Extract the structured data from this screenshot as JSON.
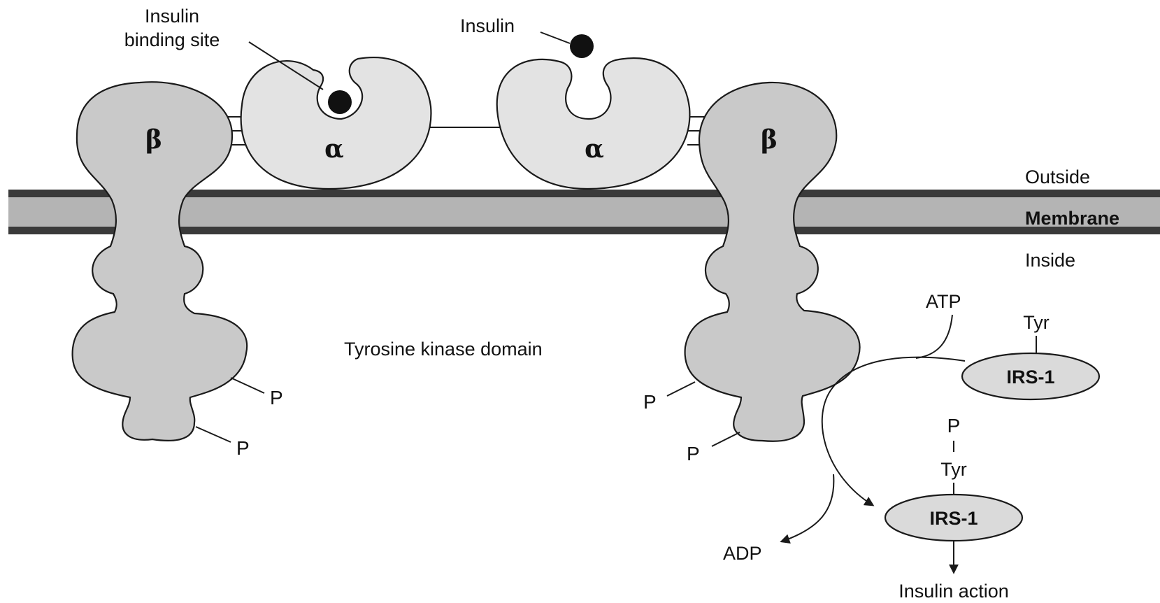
{
  "labels": {
    "insulin_binding_site_line1": "Insulin",
    "insulin_binding_site_line2": "binding site",
    "insulin": "Insulin",
    "beta": "β",
    "alpha": "α",
    "outside": "Outside",
    "membrane": "Membrane",
    "inside": "Inside",
    "tyrosine_kinase_domain": "Tyrosine kinase domain",
    "p": "P",
    "atp": "ATP",
    "adp": "ADP",
    "tyr": "Tyr",
    "irs1": "IRS-1",
    "insulin_action": "Insulin action"
  },
  "colors": {
    "subunit_fill": "#c9c9c9",
    "alpha_fill": "#e3e3e3",
    "membrane_band": "#b4b4b4",
    "membrane_edge": "#3a3a3a",
    "irs_fill": "#dadada"
  }
}
